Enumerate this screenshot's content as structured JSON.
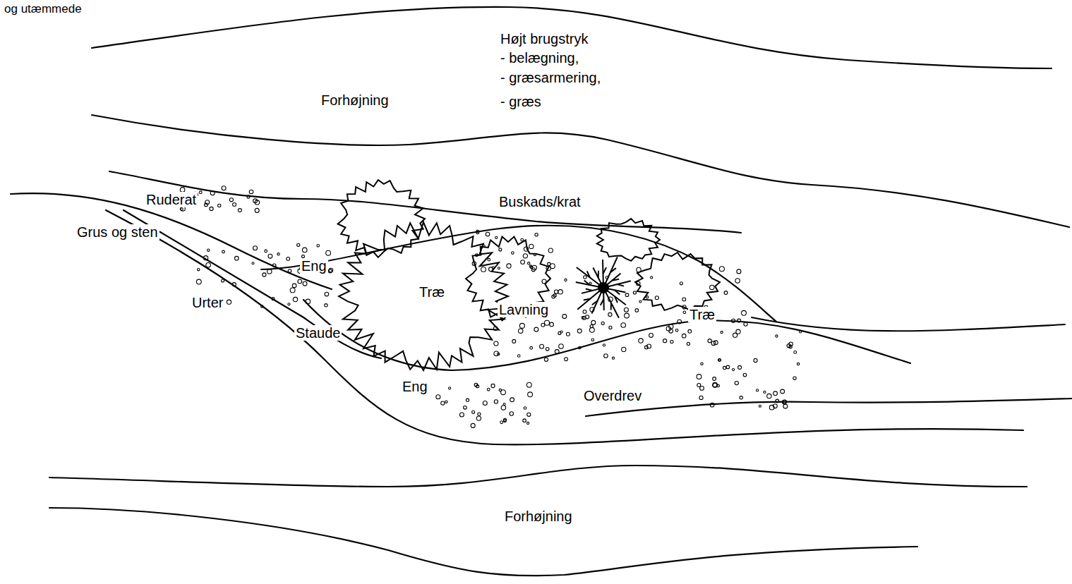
{
  "diagram": {
    "labels": [
      "og utæmmede",
      "Højt brugstryk",
      "- belægning,",
      "- græsarmering,",
      "- græs",
      "Forhøjning",
      "Ruderat",
      "Buskads/krat",
      "Grus og sten",
      "Eng",
      "Træ",
      "Urter",
      "Lavning",
      "Træ",
      "Staude",
      "Eng",
      "Overdrev",
      "Forhøjning"
    ]
  }
}
